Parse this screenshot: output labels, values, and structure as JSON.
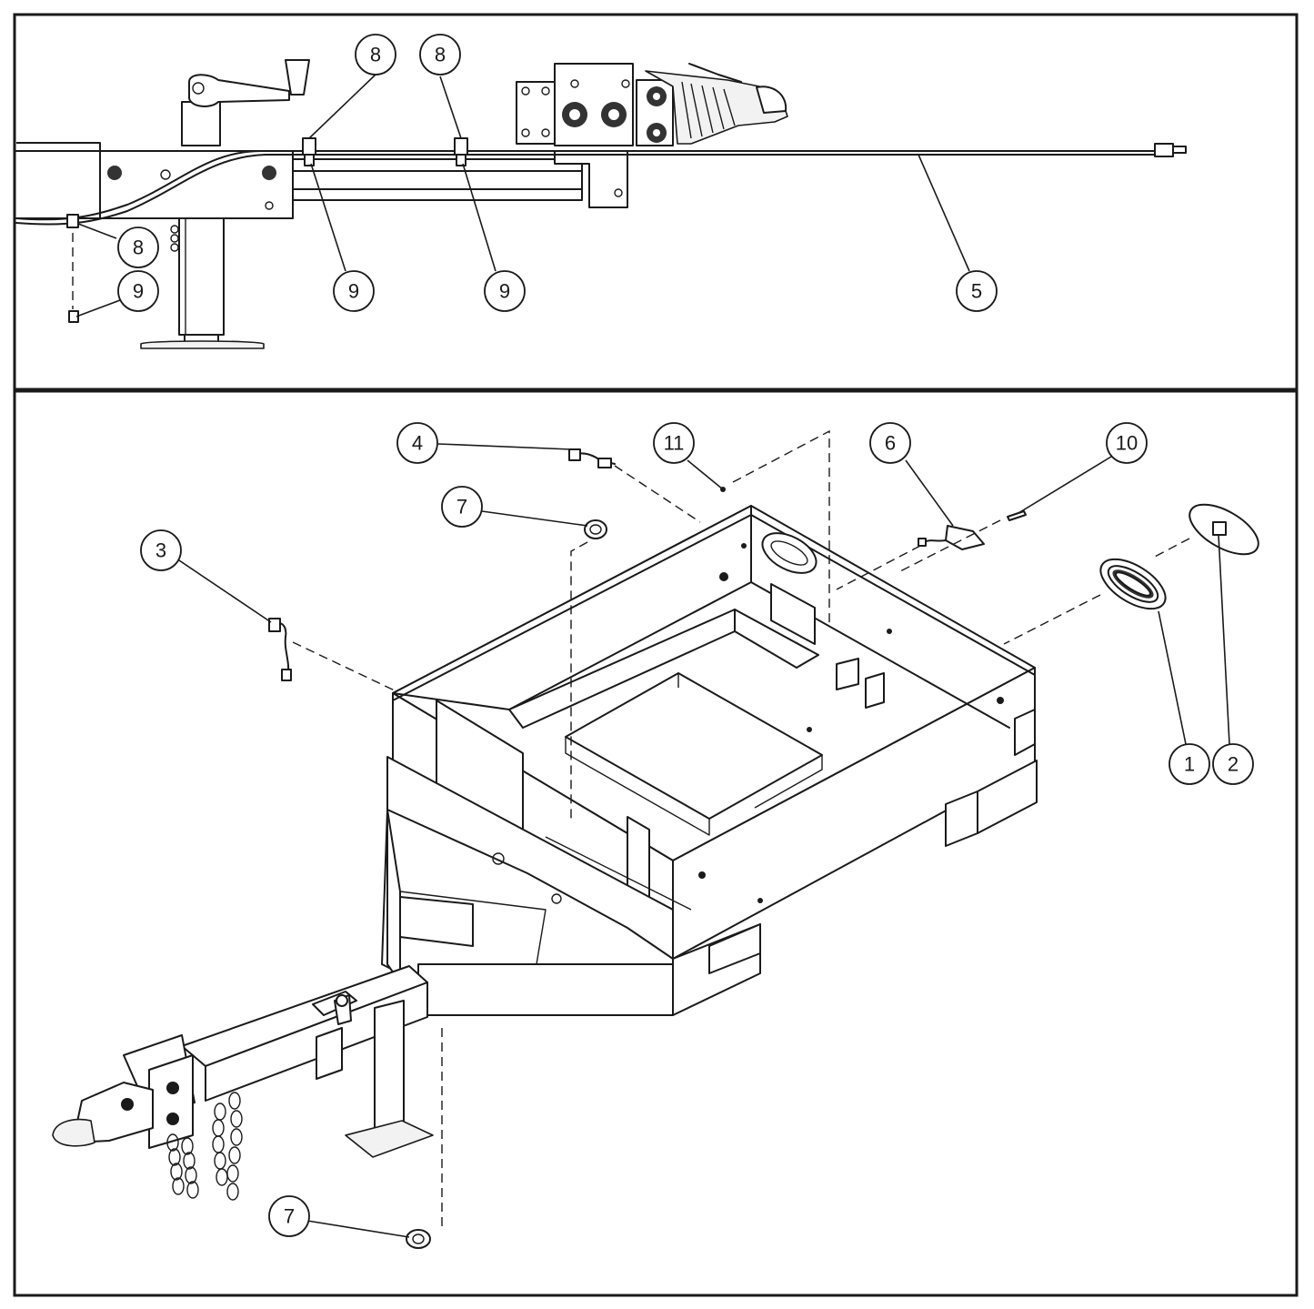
{
  "callouts": [
    {
      "id": "c8a",
      "label": "8"
    },
    {
      "id": "c8b",
      "label": "8"
    },
    {
      "id": "c8c",
      "label": "8"
    },
    {
      "id": "c9a",
      "label": "9"
    },
    {
      "id": "c9b",
      "label": "9"
    },
    {
      "id": "c9c",
      "label": "9"
    },
    {
      "id": "c5",
      "label": "5"
    },
    {
      "id": "c4",
      "label": "4"
    },
    {
      "id": "c11",
      "label": "11"
    },
    {
      "id": "c6",
      "label": "6"
    },
    {
      "id": "c10",
      "label": "10"
    },
    {
      "id": "c7a",
      "label": "7"
    },
    {
      "id": "c3",
      "label": "3"
    },
    {
      "id": "c1",
      "label": "1"
    },
    {
      "id": "c2",
      "label": "2"
    },
    {
      "id": "c7b",
      "label": "7"
    }
  ],
  "colors": {
    "line": "#1a1a1a",
    "background": "#ffffff"
  }
}
